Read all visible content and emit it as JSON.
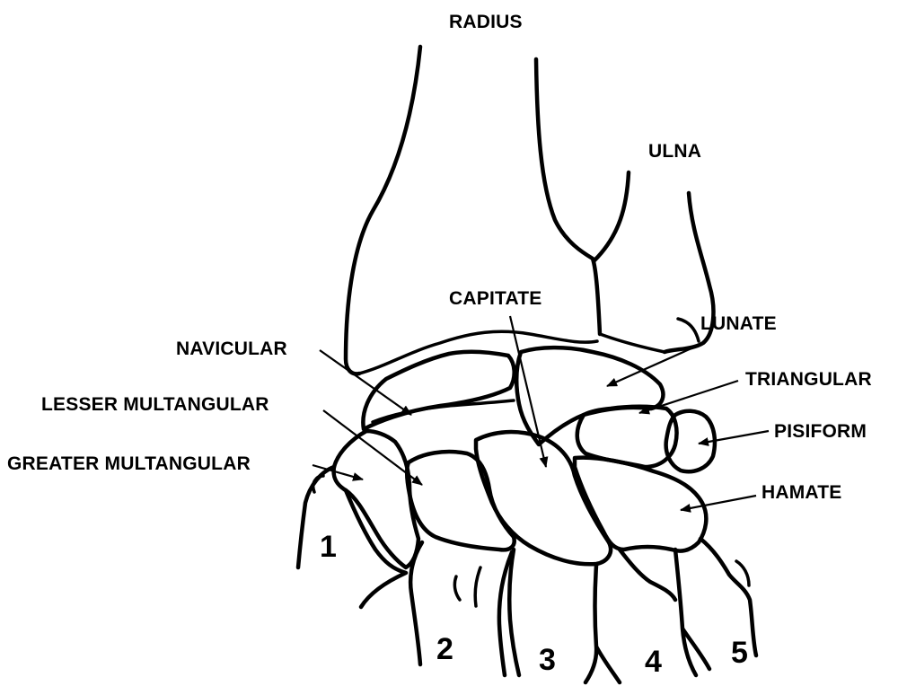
{
  "labels": {
    "radius": "RADIUS",
    "ulna": "ULNA",
    "capitate": "CAPITATE",
    "lunate": "LUNATE",
    "navicular": "NAVICULAR",
    "triangular": "TRIANGULAR",
    "lesser_multangular": "LESSER MULTANGULAR",
    "pisiform": "PISIFORM",
    "greater_multangular": "GREATER MULTANGULAR",
    "hamate": "HAMATE"
  },
  "metacarpals": [
    "1",
    "2",
    "3",
    "4",
    "5"
  ]
}
